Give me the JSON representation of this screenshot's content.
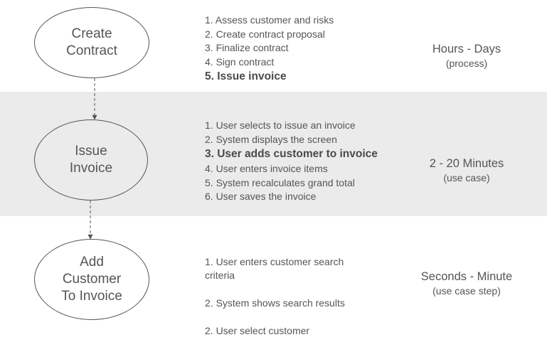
{
  "rows": [
    {
      "node": "Create\nContract",
      "steps": [
        {
          "text": "1. Assess customer and risks",
          "bold": false
        },
        {
          "text": "2. Create contract proposal",
          "bold": false
        },
        {
          "text": "3. Finalize contract",
          "bold": false
        },
        {
          "text": "4. Sign contract",
          "bold": false
        },
        {
          "text": "5. Issue invoice",
          "bold": true
        }
      ],
      "duration": "Hours - Days",
      "duration_note": "(process)"
    },
    {
      "node": "Issue\nInvoice",
      "steps": [
        {
          "text": "1. User selects to issue an invoice",
          "bold": false
        },
        {
          "text": "2. System displays the screen",
          "bold": false
        },
        {
          "text": "3. User adds customer to invoice",
          "bold": true
        },
        {
          "text": "4. User enters invoice items",
          "bold": false
        },
        {
          "text": "5. System recalculates grand total",
          "bold": false
        },
        {
          "text": "6. User saves the invoice",
          "bold": false
        }
      ],
      "duration": "2 - 20 Minutes",
      "duration_note": "(use case)"
    },
    {
      "node": "Add\nCustomer\nTo Invoice",
      "steps": [
        {
          "text": "1. User enters customer search\ncriteria",
          "bold": false
        },
        {
          "text": "2. System shows search results",
          "bold": false
        },
        {
          "text": "2. User select customer",
          "bold": false
        }
      ],
      "duration": "Seconds - Minute",
      "duration_note": "(use case step)"
    }
  ]
}
